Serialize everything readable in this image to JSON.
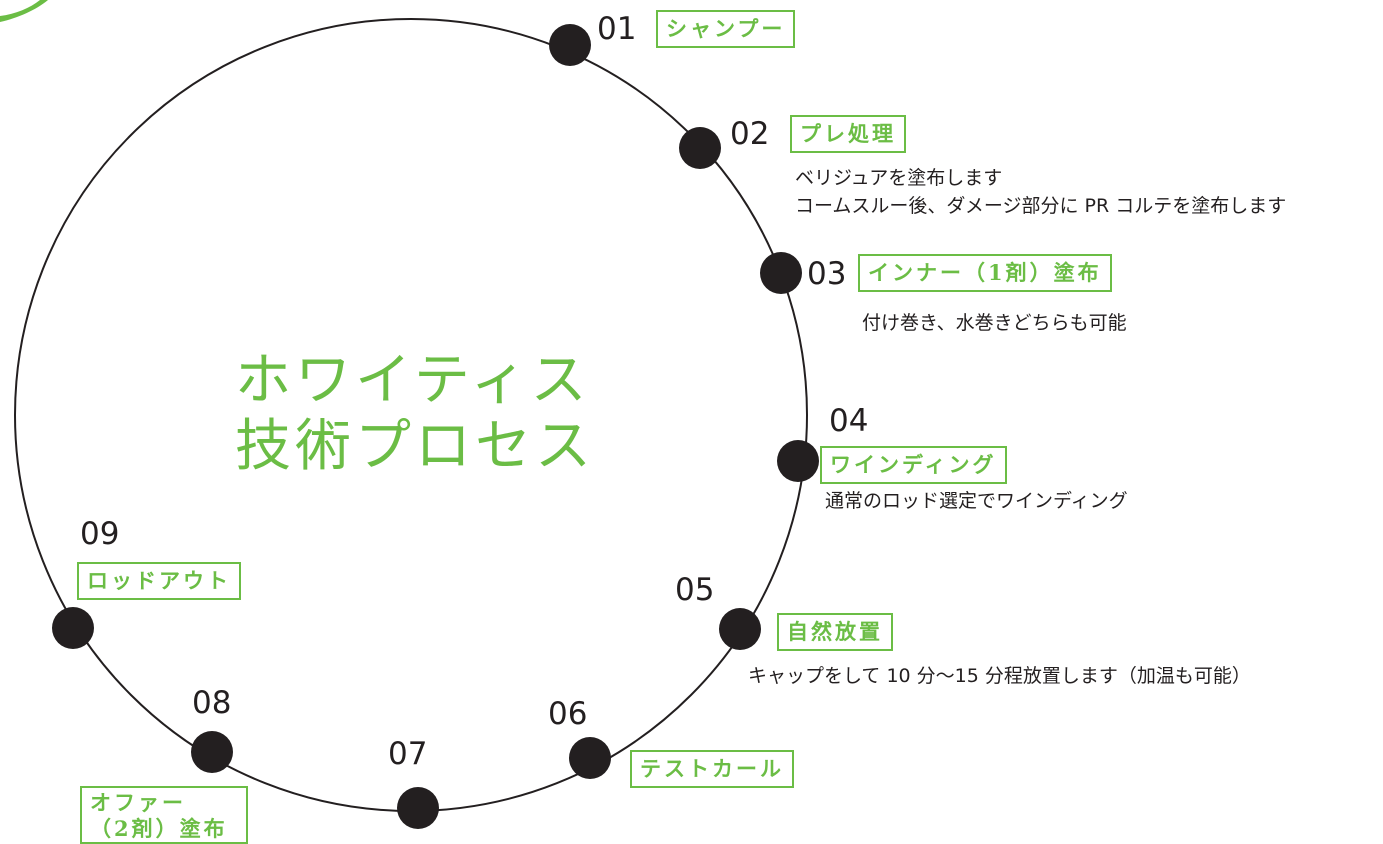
{
  "title": {
    "line1": "ホワイティス",
    "line2": "技術プロセス"
  },
  "steps": [
    {
      "num": "01",
      "label": "シャンプー"
    },
    {
      "num": "02",
      "label": "プレ処理",
      "desc1": "ベリジュアを塗布します",
      "desc2": "コームスルー後、ダメージ部分に PR コルテを塗布します"
    },
    {
      "num": "03",
      "label": "インナー（1剤）塗布",
      "desc1": "付け巻き、水巻きどちらも可能"
    },
    {
      "num": "04",
      "label": "ワインディング",
      "desc1": "通常のロッド選定でワインディング"
    },
    {
      "num": "05",
      "label": "自然放置",
      "desc1": "キャップをして 10 分〜15 分程放置します（加温も可能）"
    },
    {
      "num": "06",
      "label": "テストカール"
    },
    {
      "num": "07"
    },
    {
      "num": "08",
      "label_line1": "オファー",
      "label_line2": "（2剤）塗布"
    },
    {
      "num": "09",
      "label": "ロッドアウト"
    }
  ],
  "colors": {
    "accent": "#6bbd45",
    "text": "#231f20",
    "dot": "#231f20"
  }
}
